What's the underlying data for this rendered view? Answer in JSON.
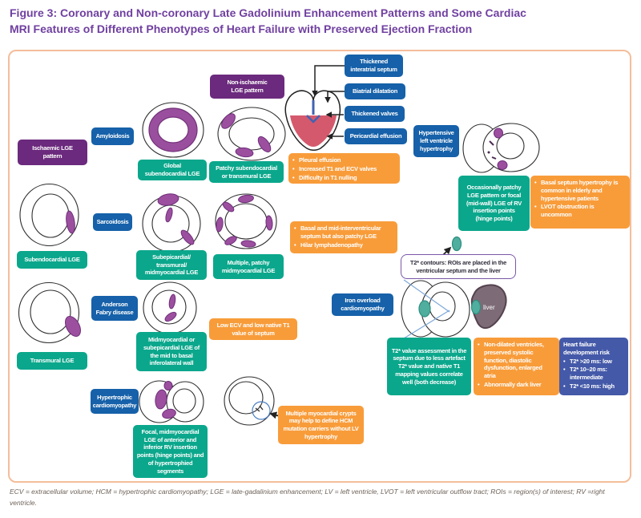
{
  "title": {
    "line1": "Figure 3: Coronary and Non-coronary Late Gadolinium Enhancement Patterns and Some Cardiac",
    "line2": "MRI Features of Different Phenotypes of Heart Failure with Preserved Ejection Fraction"
  },
  "legend": {
    "ischaemic": "Ischaemic LGE\npattern",
    "non_ischaemic": "Non-ischaemic\nLGE pattern"
  },
  "diseases": {
    "amyloidosis": "Amyloidosis",
    "sarcoidosis": "Sarcoidosis",
    "anderson_fabry": "Anderson Fabry disease",
    "hypertrophic": "Hypertrophic cardiomyopathy",
    "hypertensive": "Hypertensive left ventricle hypertrophy",
    "iron_overload": "Iron overload cardiomyopathy"
  },
  "patterns": {
    "global_subendocardial": "Global\nsubendocardial LGE",
    "patchy_subendocardial": "Patchy subendocardial or transmural LGE",
    "subendocardial": "Subendocardial LGE",
    "subepicardial": "Subepicardial/\ntransmural/\nmidmyocardial LGE",
    "multiple_patchy": "Multiple, patchy midmyocardial LGE",
    "transmural": "Transmural LGE",
    "midmyocardial": "Midmyocardial or subepicardial LGE of the mid to basal inferolateral wall",
    "focal": "Focal, midmyocardial LGE of anterior and inferior RV insertion points (hinge points) and of hypertrophied segments",
    "occasionally_patchy": "Occasionally patchy\nLGE pattern or focal\n(mid-wall) LGE of RV\ninsertion points\n(hinge points)",
    "t2_value": "T2* value assessment in the septum due to less artefact T2* value and native T1 mapping values correlate well (both decrease)"
  },
  "heart_callouts": [
    "Thickened interatrial septum",
    "Biatrial dilatation",
    "Thickened valves",
    "Pericardial effusion"
  ],
  "notes": {
    "amyloidosis": [
      "Pleural effusion",
      "Increased T1 and ECV valves",
      "Difficulty in T1 nulling"
    ],
    "sarcoidosis": [
      "Basal and mid-interventricular septum but also patchy LGE",
      "Hilar lymphadenopathy"
    ],
    "anderson_fabry": "Low ECV and low native T1 value of septum",
    "hypertrophic": "Multiple myocardial crypts may help to define HCM mutation carriers without LV hypertrophy",
    "hypertensive": [
      "Basal septum hypertrophy is common in elderly and hypertensive patients",
      "LVOT obstruction is uncommon"
    ],
    "iron_overload": [
      "Non-dilated ventricles, preserved systolic function, diastolic dysfunction, enlarged atria",
      "Abnormally dark liver"
    ]
  },
  "risk": {
    "title": "Heart failure development risk",
    "items": [
      "T2* >20 ms: low",
      "T2* 10–20 ms: intermediate",
      "T2* <10 ms: high"
    ]
  },
  "t2_contours": "T2* contours: ROIs are placed in the ventricular septum and the liver",
  "labels": {
    "liver": "liver"
  },
  "footnote": "ECV = extracellular volume; HCM = hypertrophic cardiomyopathy; LGE = late-gadalinium enhancement; LV = left ventricle, LVOT = left ventricular outflow tract; ROIs = region(s) of interest; RV =right ventricle.",
  "colors": {
    "title_purple": "#7040a0",
    "box_purple": "#6b2a7d",
    "box_blue": "#1661a9",
    "box_teal": "#0ba78c",
    "box_orange": "#f89c3a",
    "box_indigo": "#4459a8",
    "frame_border": "#f4bd9b",
    "heart_red": "#d5596c",
    "liver": "#7d6b77",
    "roi_teal": "#4fae9e",
    "blob_purple": "#9c4f9f",
    "footnote_gray": "#6e6259"
  }
}
